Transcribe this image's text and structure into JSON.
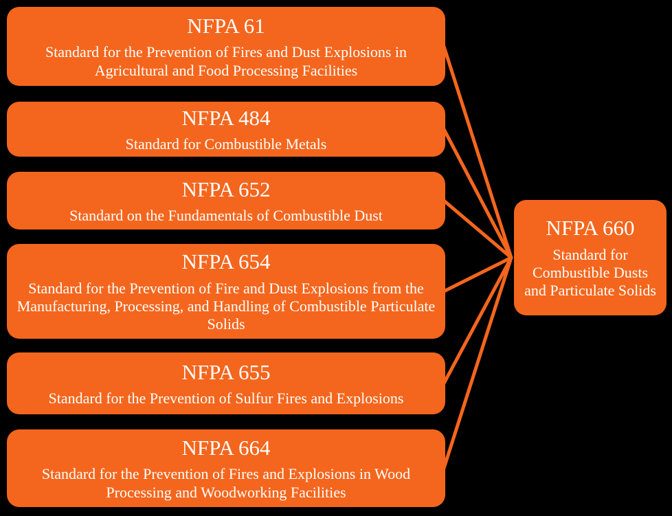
{
  "diagram": {
    "colors": {
      "background": "#000000",
      "box_fill": "#F4661D",
      "text": "#FFFFFF",
      "connector": "#F4661D"
    },
    "sources": [
      {
        "id": "nfpa-61",
        "title": "NFPA 61",
        "description": "Standard for the Prevention of Fires and Dust Explosions in Agricultural and Food Processing Facilities"
      },
      {
        "id": "nfpa-484",
        "title": "NFPA 484",
        "description": "Standard for Combustible Metals"
      },
      {
        "id": "nfpa-652",
        "title": "NFPA 652",
        "description": "Standard on the Fundamentals of Combustible Dust"
      },
      {
        "id": "nfpa-654",
        "title": "NFPA 654",
        "description": "Standard for the Prevention of Fire and Dust Explosions from the Manufacturing, Processing, and Handling of Combustible Particulate Solids"
      },
      {
        "id": "nfpa-655",
        "title": "NFPA 655",
        "description": "Standard for the Prevention of Sulfur Fires and Explosions"
      },
      {
        "id": "nfpa-664",
        "title": "NFPA 664",
        "description": "Standard for the Prevention of Fires and Explosions in Wood Processing and Woodworking Facilities"
      }
    ],
    "target": {
      "id": "nfpa-660",
      "title": "NFPA 660",
      "description": "Standard for Combustible Dusts and Particulate Solids"
    },
    "connections": [
      {
        "from": "nfpa-61",
        "to": "nfpa-660"
      },
      {
        "from": "nfpa-484",
        "to": "nfpa-660"
      },
      {
        "from": "nfpa-652",
        "to": "nfpa-660"
      },
      {
        "from": "nfpa-654",
        "to": "nfpa-660"
      },
      {
        "from": "nfpa-655",
        "to": "nfpa-660"
      },
      {
        "from": "nfpa-664",
        "to": "nfpa-660"
      }
    ]
  }
}
